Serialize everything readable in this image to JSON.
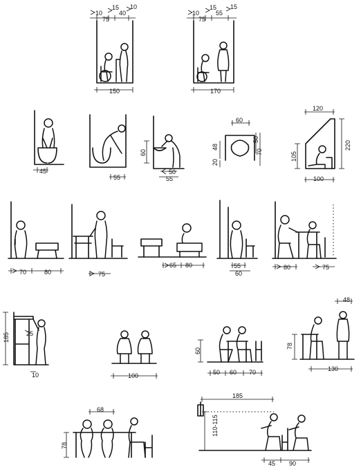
{
  "panels": {
    "p1": {
      "top_dims": [
        "10",
        "75",
        "15",
        "40",
        "10"
      ],
      "width_label": "150"
    },
    "p2": {
      "top_dims": [
        "10",
        "75",
        "15",
        "55",
        "15"
      ],
      "width_label": "170"
    },
    "p3": {
      "dim": "45"
    },
    "p4": {
      "dim": "55"
    },
    "p5": {
      "height": "60",
      "dims": [
        "50",
        "55"
      ]
    },
    "p6": {
      "dims": [
        "60",
        "50",
        "70",
        "48",
        "20"
      ]
    },
    "p7": {
      "dims": [
        "120",
        "220",
        "105",
        "100"
      ]
    },
    "p8": {
      "dims": [
        "70",
        "80"
      ]
    },
    "p9": {
      "dim": "75"
    },
    "p10": {
      "dims": [
        "65",
        "80"
      ]
    },
    "p11": {
      "dims": [
        "55",
        "60"
      ]
    },
    "p12": {
      "dims": [
        "80",
        "75"
      ]
    },
    "p13": {
      "height": "185",
      "dims": [
        "25",
        "10"
      ]
    },
    "p14": {
      "dim": "100"
    },
    "p15": {
      "height": "60",
      "dims": [
        "50",
        "60",
        "70"
      ]
    },
    "p16": {
      "dims": [
        "48",
        "78",
        "130"
      ]
    },
    "p17": {
      "dims": [
        "68",
        "78"
      ]
    },
    "p18": {
      "dims": [
        "185",
        "110-115",
        "45",
        "90"
      ]
    }
  }
}
